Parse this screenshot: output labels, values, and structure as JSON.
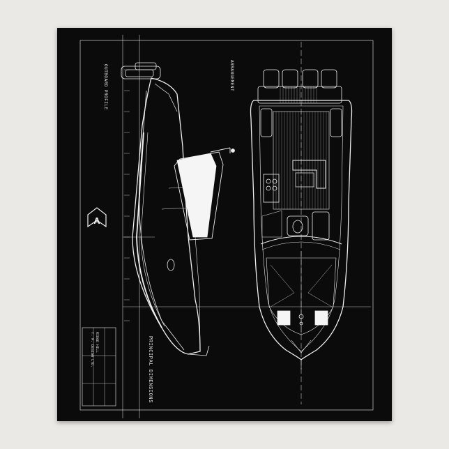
{
  "drawing": {
    "profile_label": "OUTBOARD PROFILE",
    "arrangement_label": "ARRANGEMENT",
    "logo_letter": "A",
    "title_block": {
      "company": "RIDGE HILL",
      "firm": "Y. M. DESIGN LTD."
    },
    "principal_dimensions_title": "PRINCIPAL DIMENSIONS"
  },
  "colors": {
    "background": "#ebe9e6",
    "card": "#0b0b0b",
    "linework": "#f2f2f2"
  }
}
